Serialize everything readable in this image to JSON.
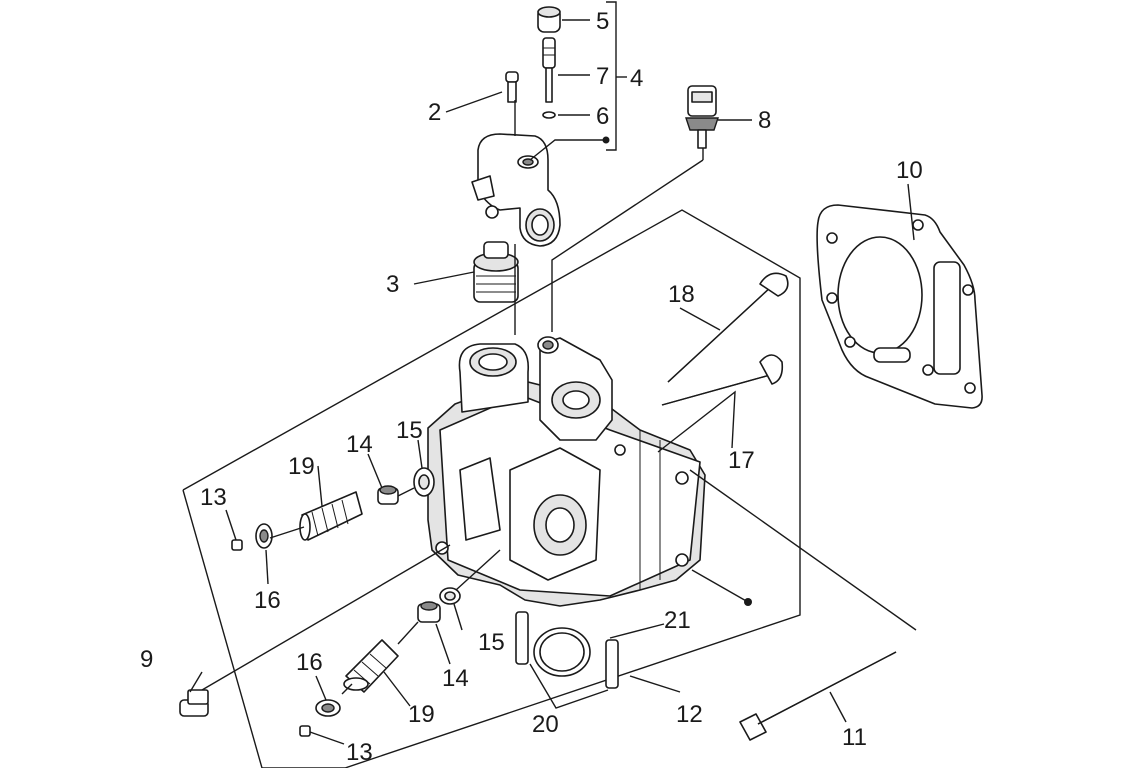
{
  "diagram": {
    "labels": {
      "p2": "2",
      "p3": "3",
      "p4": "4",
      "p5": "5",
      "p6": "6",
      "p7": "7",
      "p8": "8",
      "p9": "9",
      "p10": "10",
      "p11": "11",
      "p12": "12",
      "p13a": "13",
      "p13b": "13",
      "p14a": "14",
      "p14b": "14",
      "p15a": "15",
      "p15b": "15",
      "p16a": "16",
      "p16b": "16",
      "p17": "17",
      "p18": "18",
      "p19a": "19",
      "p19b": "19",
      "p20": "20",
      "p21": "21"
    }
  }
}
